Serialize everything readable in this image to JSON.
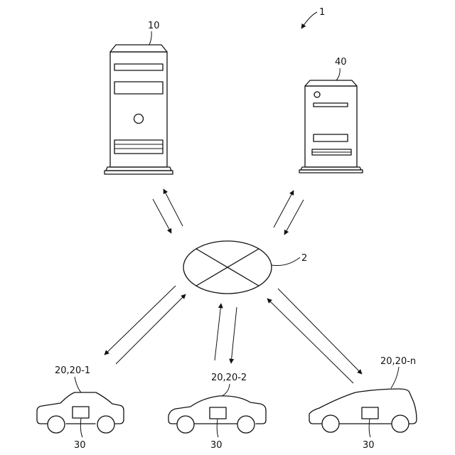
{
  "labels": {
    "system": "1",
    "network": "2",
    "server_main": "10",
    "server_second": "40",
    "vehicle_1": "20,20-1",
    "vehicle_2": "20,20-2",
    "vehicle_n": "20,20-n",
    "device_1": "30",
    "device_2": "30",
    "device_n": "30"
  },
  "colors": {
    "stroke": "#111111",
    "background": "#ffffff"
  }
}
